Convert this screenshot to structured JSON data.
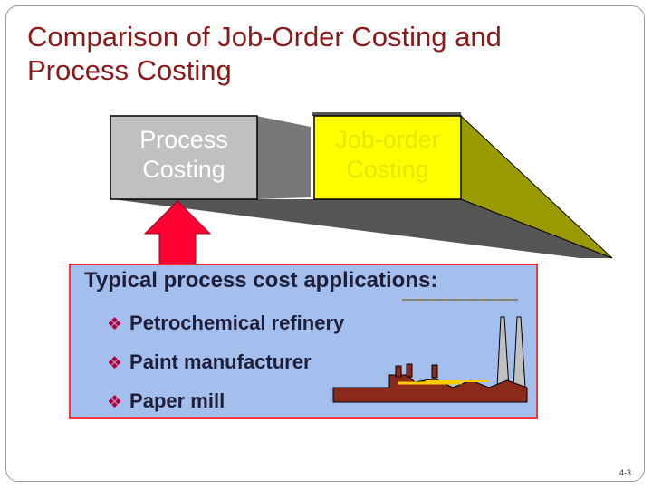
{
  "slide": {
    "title_line1": "Comparison of Job-Order Costing and",
    "title_line2": "Process Costing",
    "process_box_line1": "Process",
    "process_box_line2": "Costing",
    "job_box_line1": "Job-order",
    "job_box_line2": "Costing",
    "applications_heading": "Typical process cost applications:",
    "applications": [
      "Petrochemical refinery",
      "Paint manufacturer",
      "Paper mill"
    ],
    "bullet_glyph": "❖",
    "page_number": "4-3"
  },
  "colors": {
    "title": "#8b1a1a",
    "process_box": "#c0c0c0",
    "job_box": "#ffff00",
    "job_wedge": "#999900",
    "arrow": "#ff0033",
    "applications_background": "#a4bfee",
    "factory": "#8b2a1a"
  },
  "icons": {
    "bullet": "diamond-bullet-icon",
    "arrow": "up-arrow-icon",
    "refinery": "refinery-illustration"
  }
}
